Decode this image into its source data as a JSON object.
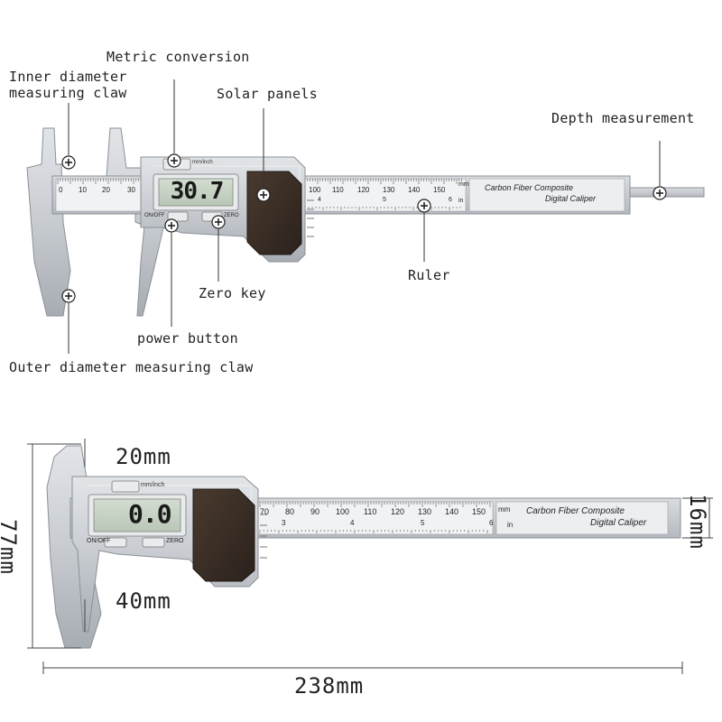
{
  "callouts": {
    "metric_conversion": "Metric conversion",
    "inner_claw_line1": "Inner diameter",
    "inner_claw_line2": "measuring claw",
    "solar_panels": "Solar panels",
    "depth_measurement": "Depth measurement",
    "ruler": "Ruler",
    "zero_key": "Zero key",
    "power_button": "power button",
    "outer_claw": "Outer diameter measuring claw"
  },
  "dimensions": {
    "claw_top": "20mm",
    "claw_bottom": "40mm",
    "height": "77mm",
    "beam_width": "16mm",
    "length": "238mm"
  },
  "caliper_top": {
    "display_value": "30.7",
    "unit_button": "mm/inch",
    "on_off": "ON/OFF",
    "zero": "ZERO",
    "brand_line1": "Carbon Fiber Composite",
    "brand_line2": "Digital Caliper",
    "mm_label": "mm",
    "in_label": "in",
    "scale_left": [
      "0",
      "10",
      "20",
      "30"
    ],
    "scale_right": [
      "100",
      "110",
      "120",
      "130",
      "140",
      "150"
    ],
    "inch_right": [
      "4",
      "5",
      "6"
    ]
  },
  "caliper_bottom": {
    "display_value": "0.0",
    "unit_button": "mm/inch",
    "on_off": "ON/OFF",
    "zero": "ZERO",
    "brand_line1": "Carbon Fiber Composite",
    "brand_line2": "Digital Caliper",
    "mm_label": "mm",
    "in_label": "in",
    "scale": [
      "70",
      "80",
      "90",
      "100",
      "110",
      "120",
      "130",
      "140",
      "150"
    ],
    "inch": [
      "3",
      "4",
      "5",
      "6"
    ]
  },
  "colors": {
    "body": "#c9cdd2",
    "body_dark": "#a9aeb5",
    "lcd": "#c8d6c4",
    "solar": "#3a2f26",
    "line": "#333333"
  }
}
